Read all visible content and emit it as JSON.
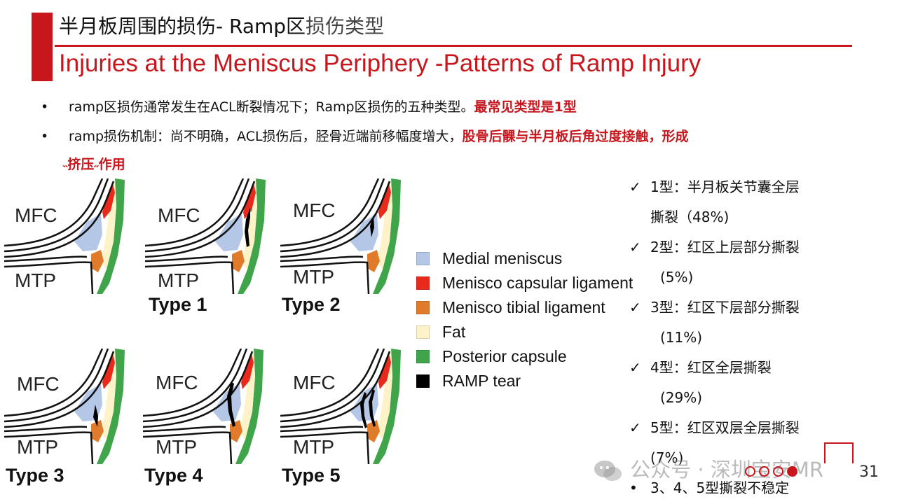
{
  "slide": {
    "title_cn_main": "半月板周围的损伤- Ramp区",
    "title_cn_rest": "损伤类型",
    "title_en": "Injuries at the Meniscus Periphery -Patterns of Ramp Injury",
    "page_number": "31"
  },
  "bullets": [
    {
      "text": "ramp区损伤通常发生在ACL断裂情况下；Ramp区损伤的五种类型。",
      "highlight": "最常见类型是1型"
    },
    {
      "text": "ramp损伤机制：尚不明确，ACL损伤后，胫骨近端前移幅度增大，",
      "highlight": "股骨后髁与半月板后角过度接触，形成",
      "highlight_cont": "˵挤压˶作用"
    }
  ],
  "diagrams": [
    {
      "mfc": "MFC",
      "mtp": "MTP",
      "label": "",
      "tear": 0
    },
    {
      "mfc": "MFC",
      "mtp": "MTP",
      "label": "Type 1",
      "tear": 1
    },
    {
      "mfc": "MFC",
      "mtp": "MTP",
      "label": "Type 2",
      "tear": 2
    },
    {
      "mfc": "MFC",
      "mtp": "MTP",
      "label": "Type 3",
      "tear": 3
    },
    {
      "mfc": "MFC",
      "mtp": "MTP",
      "label": "Type 4",
      "tear": 4
    },
    {
      "mfc": "MFC",
      "mtp": "MTP",
      "label": "Type 5",
      "tear": 5
    }
  ],
  "legend": [
    {
      "label": "Medial meniscus",
      "color": "#b5c7e6"
    },
    {
      "label": "Menisco capsular ligament",
      "color": "#e8291c"
    },
    {
      "label": "Menisco tibial ligament",
      "color": "#e07b2c"
    },
    {
      "label": "Fat",
      "color": "#fdf2c8"
    },
    {
      "label": "Posterior capsule",
      "color": "#3fa44a"
    },
    {
      "label": "RAMP tear",
      "color": "#000000"
    }
  ],
  "types": {
    "check": "✓",
    "t1_a": "1型：半月板关节囊全层",
    "t1_b": "撕裂（48%)",
    "t2_a": "2型：红区上层部分撕裂",
    "t2_b": "(5%)",
    "t3_a": "3型：红区下层部分撕裂",
    "t3_b": "(11%)",
    "t4_a": "4型：红区全层撕裂",
    "t4_b": "(29%)",
    "t5_a": "5型：红区双层全层撕裂",
    "t5_b": "(7%)",
    "note_bullet": "•",
    "note": "3、4、5型撕裂不稳定"
  },
  "watermark": {
    "text": "公众号 · 深圳宝安MR"
  }
}
